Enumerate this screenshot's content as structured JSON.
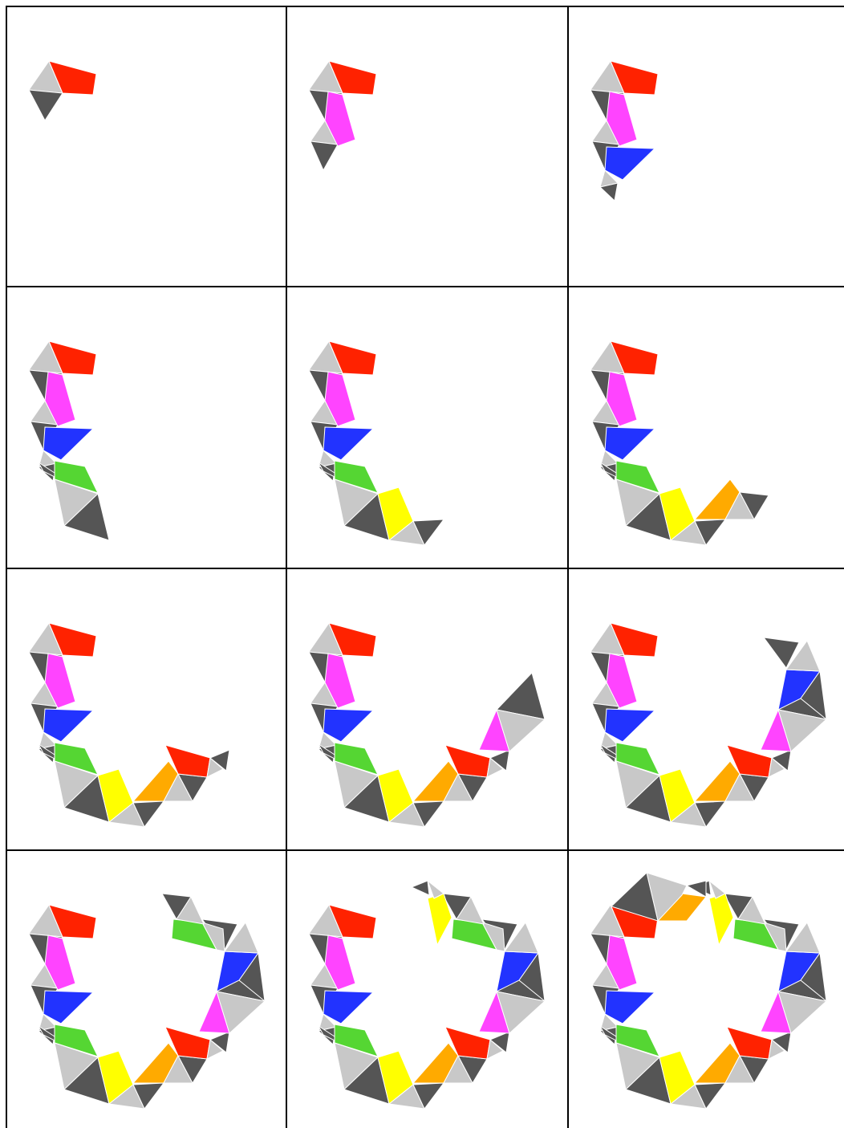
{
  "figure": {
    "layout": {
      "rows": 4,
      "cols": 3
    },
    "palette": {
      "red": "#ff2200",
      "magenta": "#ff44ff",
      "blue": "#2233ff",
      "green": "#55d633",
      "yellow": "#ffff00",
      "orange": "#ffaa00",
      "light_gray": "#c8c8c8",
      "dark_gray": "#555555",
      "grid_line": "#000000"
    },
    "panels": [
      {
        "step": 1,
        "pieces": 1
      },
      {
        "step": 2,
        "pieces": 2
      },
      {
        "step": 3,
        "pieces": 3
      },
      {
        "step": 4,
        "pieces": 4
      },
      {
        "step": 5,
        "pieces": 5
      },
      {
        "step": 6,
        "pieces": 6
      },
      {
        "step": 7,
        "pieces": 7
      },
      {
        "step": 8,
        "pieces": 8
      },
      {
        "step": 9,
        "pieces": 9
      },
      {
        "step": 10,
        "pieces": 10
      },
      {
        "step": 11,
        "pieces": 11
      },
      {
        "step": 12,
        "pieces": 12
      }
    ]
  }
}
